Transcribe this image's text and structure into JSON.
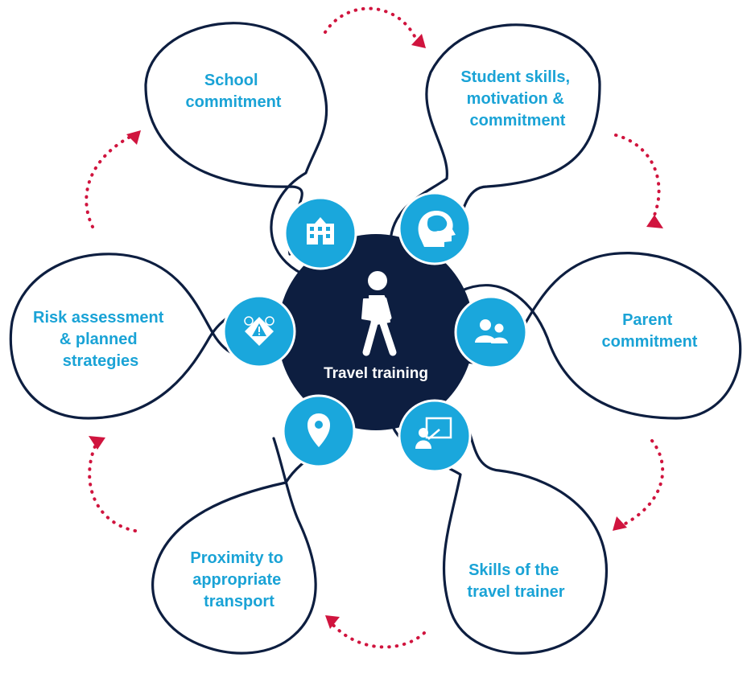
{
  "center": {
    "label": "Travel training",
    "icon": "walking-student-icon"
  },
  "factors": [
    {
      "id": "school",
      "lines": [
        "School",
        "commitment"
      ],
      "icon": "school-building-icon"
    },
    {
      "id": "student",
      "lines": [
        "Student skills,",
        "motivation &",
        "commitment"
      ],
      "icon": "brain-head-icon"
    },
    {
      "id": "parent",
      "lines": [
        "Parent",
        "commitment"
      ],
      "icon": "people-icon"
    },
    {
      "id": "trainer",
      "lines": [
        "Skills of the",
        "travel trainer"
      ],
      "icon": "teacher-board-icon"
    },
    {
      "id": "transport",
      "lines": [
        "Proximity to",
        "appropriate",
        "transport"
      ],
      "icon": "location-pin-icon"
    },
    {
      "id": "risk",
      "lines": [
        "Risk assessment",
        "& planned",
        "strategies"
      ],
      "icon": "warning-sign-icon"
    }
  ],
  "colors": {
    "navy": "#0d1e40",
    "cyan": "#1aa7dc",
    "text_cyan": "#1aa3d6",
    "arrow_red": "#d0143e",
    "white": "#ffffff"
  }
}
